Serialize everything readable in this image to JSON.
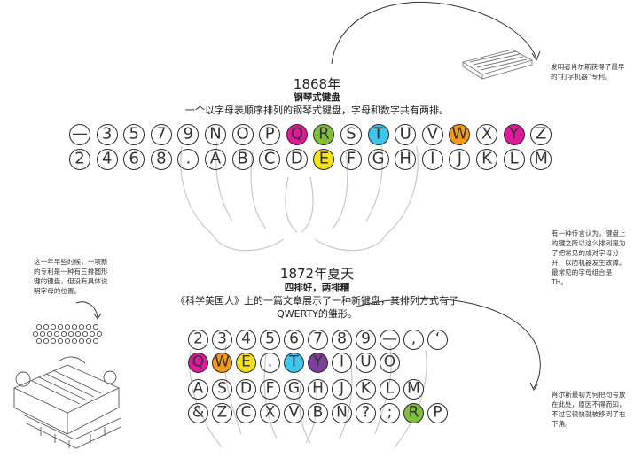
{
  "colors": {
    "magenta": "#e0189a",
    "green": "#7fbf3c",
    "cyan": "#3dc6ec",
    "orange": "#f39a1a",
    "yellow": "#f5e21a",
    "purple": "#7b3f99"
  },
  "top_note": "发明者肖尔斯获得了最早的“打字机器”专利。",
  "section1868": {
    "year": "1868年",
    "subtitle": "钢琴式键盘",
    "desc": "一个以字母表顺序排列的钢琴式键盘，字母和数字共有两排。",
    "row1": [
      {
        "c": "—"
      },
      {
        "c": "3"
      },
      {
        "c": "5"
      },
      {
        "c": "7"
      },
      {
        "c": "9"
      },
      {
        "c": "N"
      },
      {
        "c": "O"
      },
      {
        "c": "P"
      },
      {
        "c": "Q",
        "color": "magenta"
      },
      {
        "c": "R",
        "color": "green"
      },
      {
        "c": "S"
      },
      {
        "c": "T",
        "color": "cyan"
      },
      {
        "c": "U"
      },
      {
        "c": "V"
      },
      {
        "c": "W",
        "color": "orange"
      },
      {
        "c": "X"
      },
      {
        "c": "Y",
        "color": "magenta"
      },
      {
        "c": "Z"
      }
    ],
    "row2": [
      {
        "c": "2"
      },
      {
        "c": "4"
      },
      {
        "c": "6"
      },
      {
        "c": "8"
      },
      {
        "c": "."
      },
      {
        "c": "A"
      },
      {
        "c": "B"
      },
      {
        "c": "C"
      },
      {
        "c": "D"
      },
      {
        "c": "E",
        "color": "yellow"
      },
      {
        "c": "F"
      },
      {
        "c": "G"
      },
      {
        "c": "H"
      },
      {
        "c": "I"
      },
      {
        "c": "J"
      },
      {
        "c": "K"
      },
      {
        "c": "L"
      },
      {
        "c": "M"
      }
    ]
  },
  "right_note": "有一种传言认为，键盘上的键之所以这么排列是为了把常见的成对字母分开，以防机器发生故障。最常见的字母组合是TH。",
  "left_note": "这一年早些时候，一项新的专利是一种有三排圆形键的键盘，但没有具体说明字母的位置。",
  "section1872": {
    "year": "1872年夏天",
    "subtitle": "四排好，两排糟",
    "desc1": "《科学美国人》上的一篇文章展示了一种新键盘，其排列方式有了",
    "desc2": "QWERTY的雏形。",
    "row1": [
      {
        "c": "2"
      },
      {
        "c": "3"
      },
      {
        "c": "4"
      },
      {
        "c": "5"
      },
      {
        "c": "6"
      },
      {
        "c": "7"
      },
      {
        "c": "8"
      },
      {
        "c": "9"
      },
      {
        "c": "—"
      },
      {
        "c": ","
      },
      {
        "c": "‘"
      }
    ],
    "row2": [
      {
        "c": "Q",
        "color": "magenta"
      },
      {
        "c": "W",
        "color": "orange"
      },
      {
        "c": "E",
        "color": "yellow"
      },
      {
        "c": "."
      },
      {
        "c": "T",
        "color": "cyan"
      },
      {
        "c": "Y",
        "color": "purple"
      },
      {
        "c": "I"
      },
      {
        "c": "U"
      },
      {
        "c": "O"
      }
    ],
    "row3": [
      {
        "c": "A"
      },
      {
        "c": "S"
      },
      {
        "c": "D"
      },
      {
        "c": "F"
      },
      {
        "c": "G"
      },
      {
        "c": "H"
      },
      {
        "c": "J"
      },
      {
        "c": "K"
      },
      {
        "c": "L"
      },
      {
        "c": "M"
      }
    ],
    "row4": [
      {
        "c": "&"
      },
      {
        "c": "Z"
      },
      {
        "c": "C"
      },
      {
        "c": "X"
      },
      {
        "c": "V"
      },
      {
        "c": "B"
      },
      {
        "c": "N"
      },
      {
        "c": "?"
      },
      {
        "c": ";"
      },
      {
        "c": "R",
        "color": "green"
      },
      {
        "c": "P"
      }
    ]
  },
  "bottom_right_note": "肖尔斯最初为何把句号放在此处，原因不得而知，不过它很快就被移到了右下角。"
}
